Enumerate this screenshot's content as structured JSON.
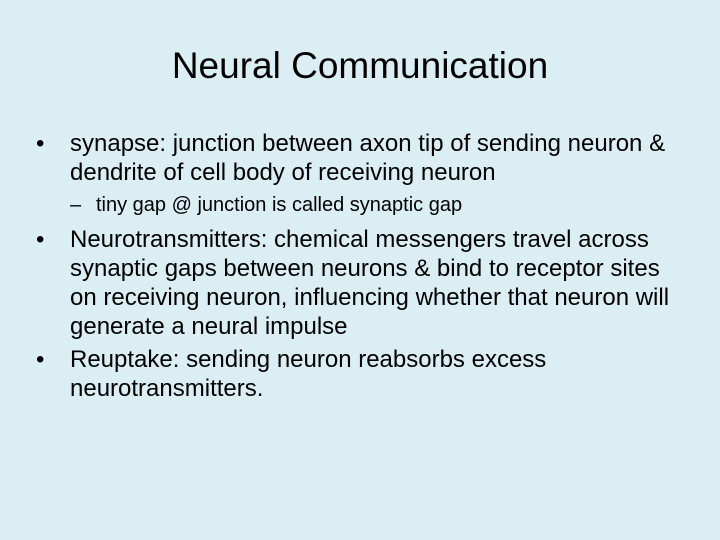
{
  "slide": {
    "title": "Neural Communication",
    "bullets": [
      {
        "marker": "•",
        "text": "synapse: junction between axon tip of sending neuron & dendrite of cell body of receiving neuron",
        "sub": [
          {
            "marker": "–",
            "text": "tiny gap @ junction is called synaptic gap"
          }
        ]
      },
      {
        "marker": "•",
        "text": "Neurotransmitters: chemical messengers  travel across synaptic gaps between neurons & bind to receptor sites on receiving neuron, influencing whether that neuron will generate a neural impulse"
      },
      {
        "marker": "•",
        "text": "Reuptake: sending neuron reabsorbs excess neurotransmitters."
      }
    ]
  }
}
